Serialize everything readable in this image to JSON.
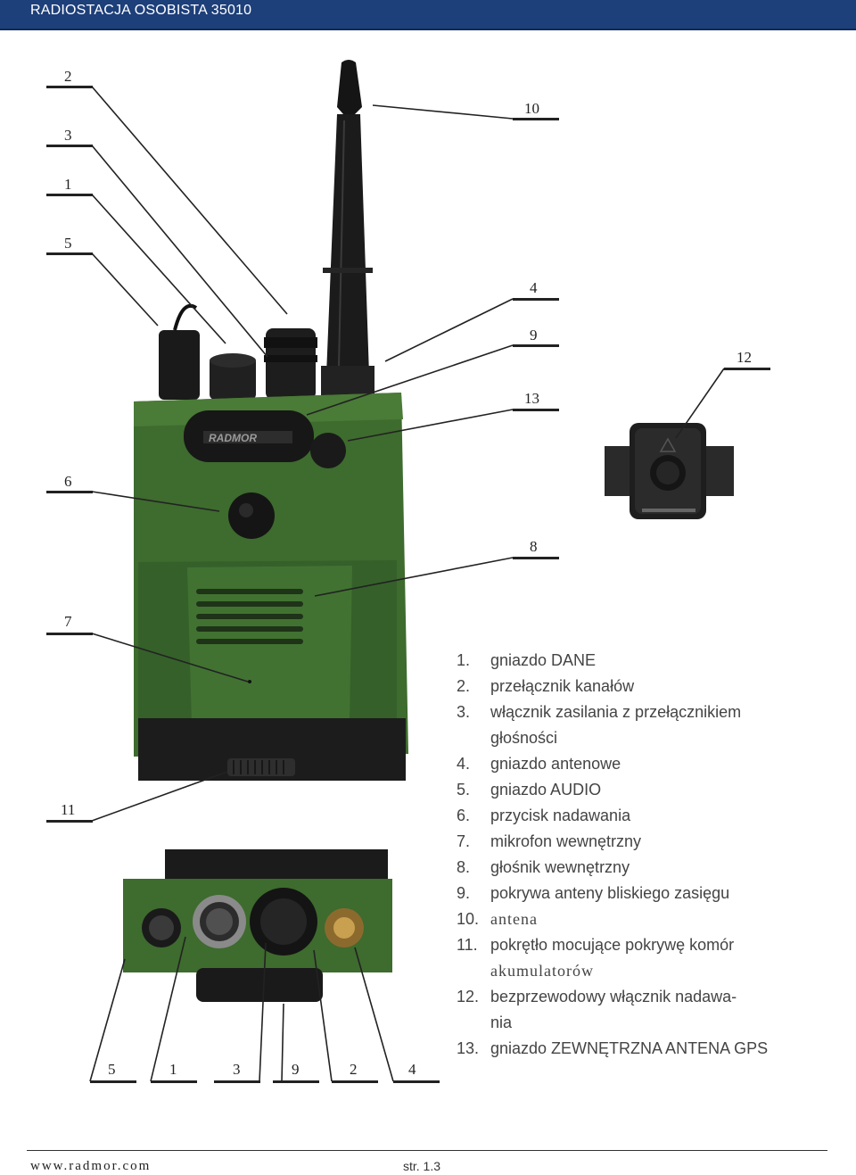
{
  "header": {
    "title": "RADIOSTACJA OSOBISTA 35010"
  },
  "figure": {
    "callouts_left": [
      "2",
      "3",
      "1",
      "5",
      "6",
      "7",
      "11"
    ],
    "callouts_right": [
      "10",
      "4",
      "9",
      "13",
      "8",
      "12"
    ],
    "callouts_bottom": [
      "5",
      "1",
      "3",
      "9",
      "2",
      "4"
    ],
    "radio_logo": "RADMOR"
  },
  "legend": [
    {
      "num": "1.",
      "text": "gniazdo DANE"
    },
    {
      "num": "2.",
      "text": "przełącznik kanałów"
    },
    {
      "num": "3.",
      "text": "włącznik zasilania z przełącznikiem"
    },
    {
      "num": "",
      "text": "głośności"
    },
    {
      "num": "4.",
      "text": "gniazdo antenowe"
    },
    {
      "num": "5.",
      "text": "gniazdo AUDIO"
    },
    {
      "num": "6.",
      "text": "przycisk nadawania"
    },
    {
      "num": "7.",
      "text": "mikrofon wewnętrzny"
    },
    {
      "num": "8.",
      "text": "głośnik wewnętrzny"
    },
    {
      "num": "9.",
      "text": "pokrywa anteny bliskiego zasięgu"
    },
    {
      "num": "10.",
      "text": "antena"
    },
    {
      "num": "11.",
      "text": "pokrętło mocujące pokrywę komór"
    },
    {
      "num": "",
      "text": "akumulatorów"
    },
    {
      "num": "12.",
      "text": "bezprzewodowy włącznik nadawa-"
    },
    {
      "num": "",
      "text": "nia"
    },
    {
      "num": "13.",
      "text": "gniazdo ZEWNĘTRZNA ANTENA GPS"
    }
  ],
  "footer": {
    "url": "www.radmor.com",
    "page": "str. 1.3"
  },
  "colors": {
    "header": "#1d3f7a",
    "radio_body": "#3e6b2e",
    "radio_dark": "#2a4a1f"
  }
}
